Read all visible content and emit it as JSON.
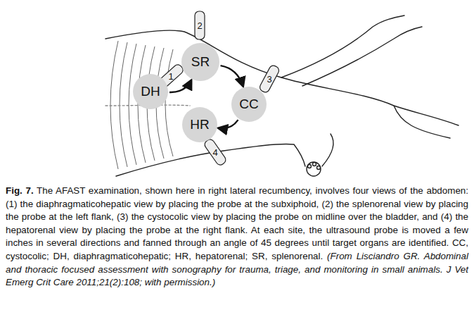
{
  "diagram": {
    "caption": "The AFAST examination, shown here in right lateral recumbency, involves four views of the abdomen: (1) the diaphragmaticohepatic view by placing the probe at the subxiphoid, (2) the splenorenal view by placing the probe at the left flank, (3) the cystocolic view by placing the probe on midline over the bladder, and (4) the hepatorenal view by placing the probe at the right flank. At each site, the ultrasound probe is moved a few inches in several directions and fanned through an angle of 45 degrees until target organs are identified. CC, cystocolic; DH, diaphragmaticohepatic; HR, hepatorenal; SR, splenorenal.",
    "nodes": [
      {
        "text": [
          "DH"
        ]
      },
      {
        "text": [
          "SR"
        ]
      },
      {
        "text": [
          "CC"
        ]
      },
      {
        "text": [
          "HR"
        ]
      }
    ],
    "edges": [
      {
        "from": 0,
        "to": 1,
        "arrow": "to"
      },
      {
        "from": 1,
        "to": 2,
        "arrow": "to"
      },
      {
        "from": 2,
        "to": 3,
        "arrow": "to"
      }
    ],
    "labels": [
      "1",
      "2",
      "3",
      "4",
      "Fig. 7.",
      "(From Lisciandro GR. Abdominal and thoracic focused assessment with sonography for trauma, triage, and monitoring in small animals. J Vet Emerg Crit Care 2011;21(2):108; with permission.)"
    ]
  }
}
